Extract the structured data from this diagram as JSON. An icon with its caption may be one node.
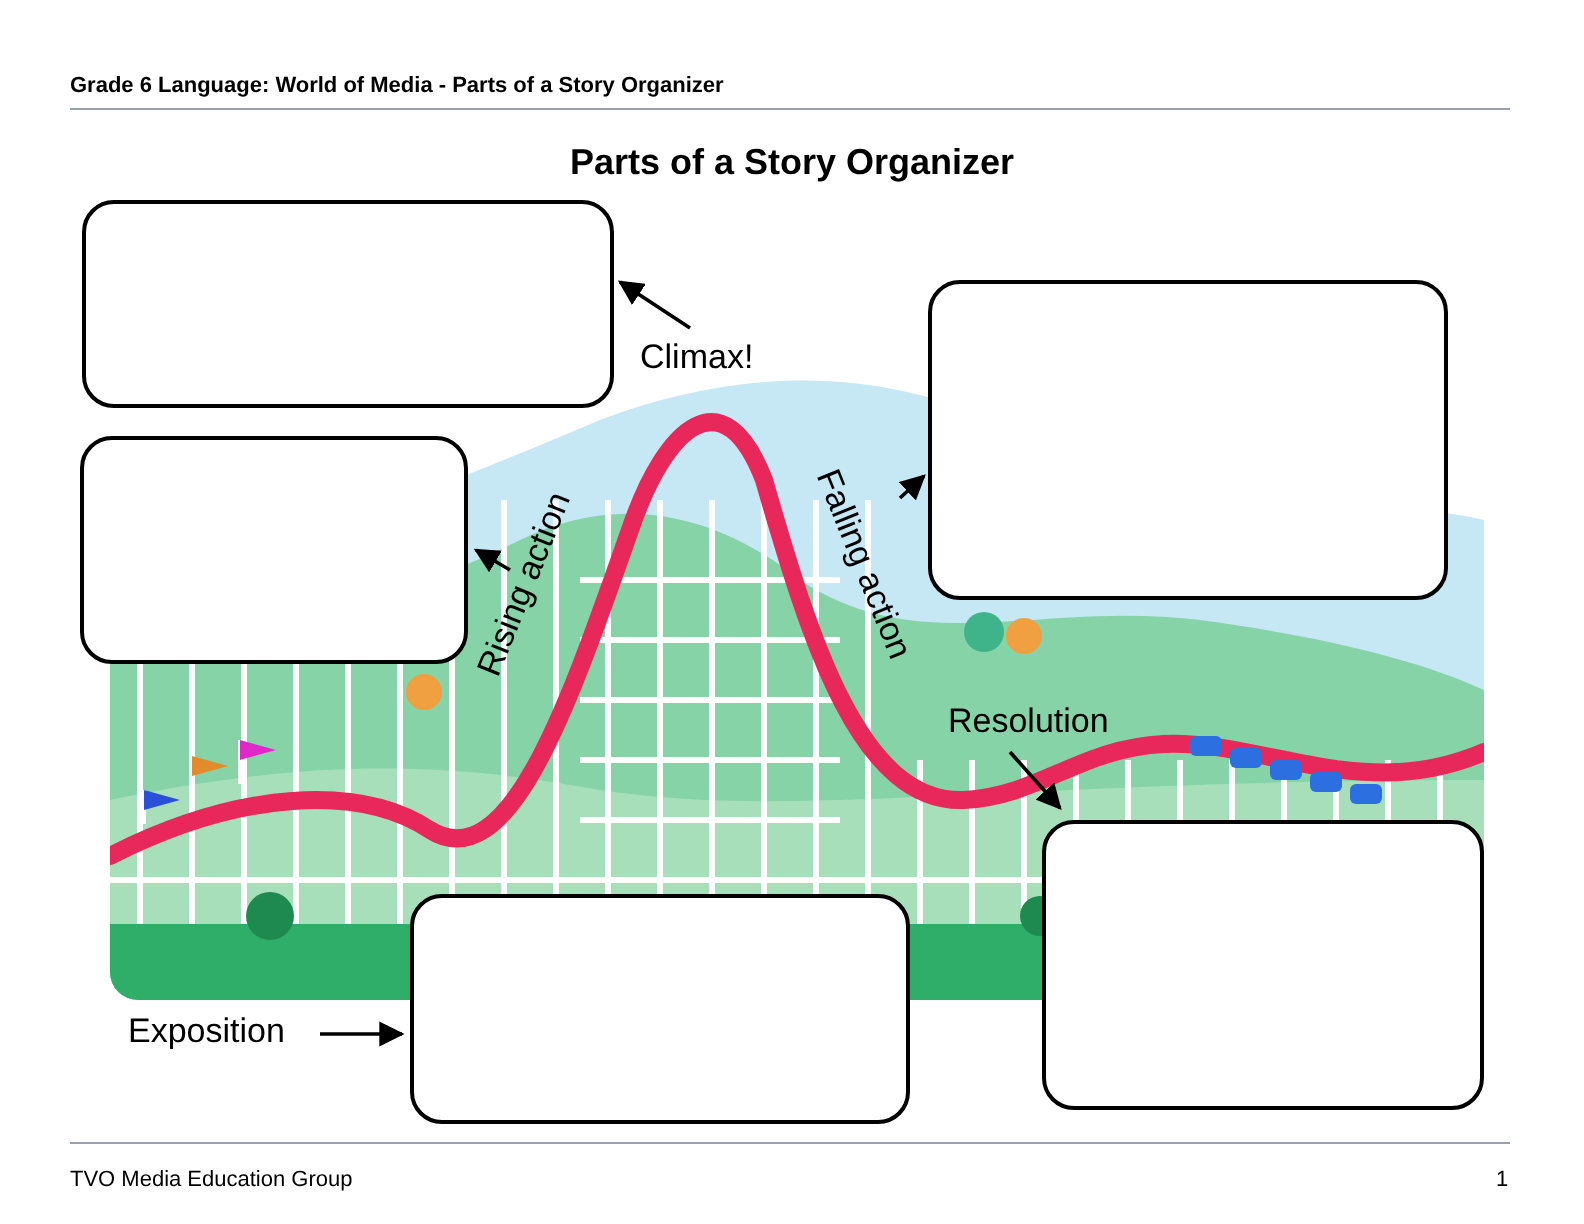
{
  "diagram": {
    "title": "Parts of a Story Organizer",
    "nodes": [
      {
        "text": [],
        "shape": "box"
      },
      {
        "text": [
          "Climax!"
        ]
      },
      {
        "text": [],
        "shape": "box"
      },
      {
        "text": [
          "Falling action"
        ]
      },
      {
        "text": [],
        "shape": "box"
      },
      {
        "text": [
          "Rising action"
        ]
      },
      {
        "text": [
          "Resolution"
        ]
      },
      {
        "text": [],
        "shape": "box"
      },
      {
        "text": [
          "Exposition"
        ]
      },
      {
        "text": [],
        "shape": "box"
      }
    ],
    "edges": [
      {
        "from": 1,
        "to": 0,
        "arrow": "to"
      },
      {
        "from": 3,
        "to": 2,
        "arrow": "to"
      },
      {
        "from": 5,
        "to": 4,
        "arrow": "to"
      },
      {
        "from": 6,
        "to": 7,
        "arrow": "to"
      },
      {
        "from": 8,
        "to": 9,
        "arrow": "to"
      }
    ],
    "labels": [
      "Grade 6 Language: World of Media - Parts of a Story Organizer",
      "TVO Media Education Group",
      "1"
    ]
  }
}
